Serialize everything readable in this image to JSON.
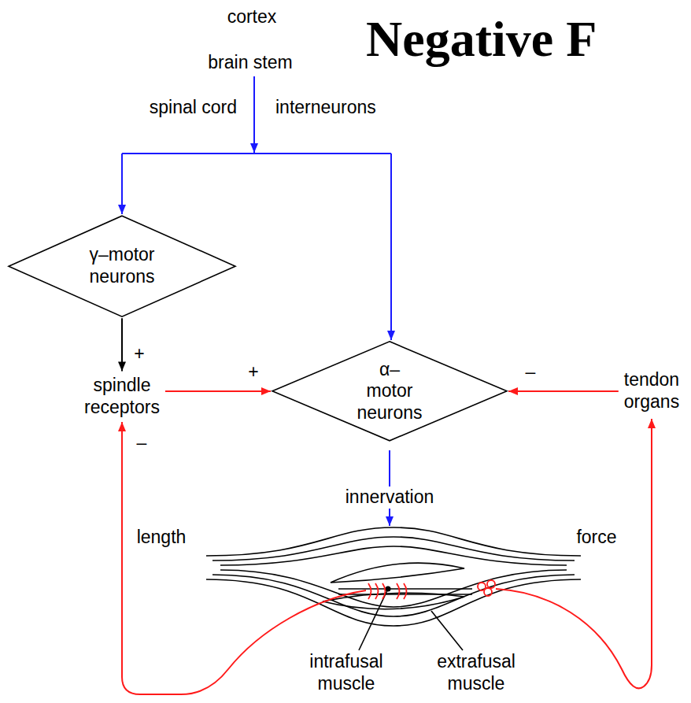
{
  "diagram": {
    "title": "Negative F",
    "nodes": [
      {
        "text": [
          "γ–motor neurons"
        ]
      },
      {
        "text": [
          "spindle receptors"
        ]
      },
      {
        "text": [
          "α–motor neurons"
        ]
      },
      {
        "text": [
          "tendon organs"
        ]
      }
    ],
    "edges": [
      {
        "from": 0,
        "to": 1,
        "arrow": "to",
        "label": "+"
      },
      {
        "from": 1,
        "to": 2,
        "arrow": "to",
        "label": "+"
      },
      {
        "from": 3,
        "to": 2,
        "arrow": "to",
        "label": "–"
      }
    ],
    "labels": [
      "cortex",
      "brain stem",
      "spinal cord",
      "interneurons",
      "–",
      "innervation",
      "length",
      "force",
      "intrafusal muscle",
      "extrafusal muscle"
    ]
  }
}
